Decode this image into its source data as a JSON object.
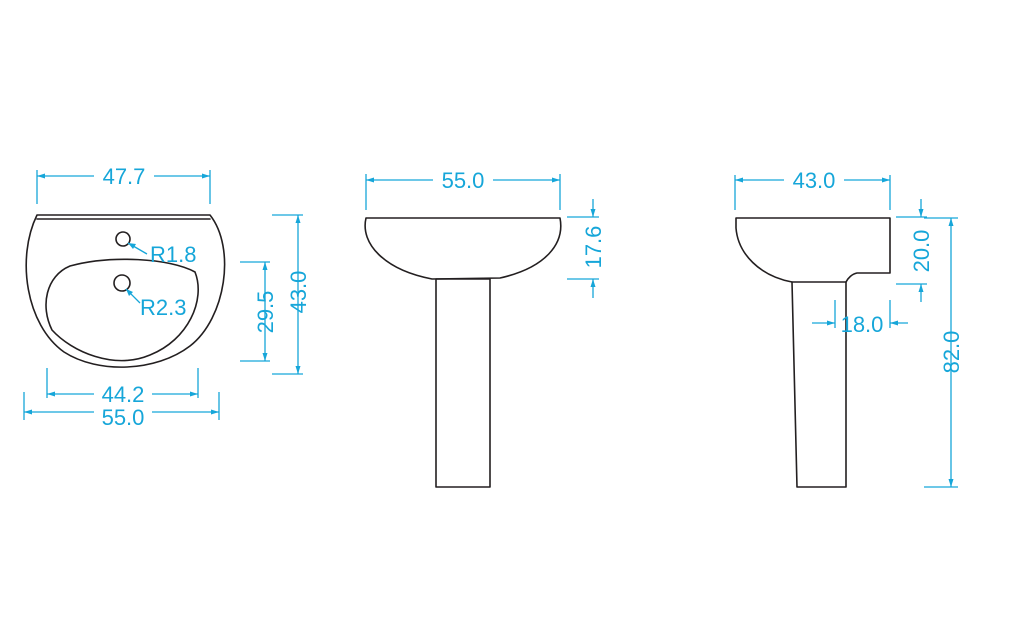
{
  "top_view": {
    "label_outer_rim_width": "47.7",
    "label_bowl_width": "44.2",
    "label_overall_width": "55.0",
    "label_bowl_depth": "29.5",
    "label_overall_depth": "43.0",
    "label_tap_hole_radius": "R1.8",
    "label_waste_radius": "R2.3"
  },
  "front_view": {
    "label_width": "55.0",
    "label_basin_height": "17.6"
  },
  "side_view": {
    "label_depth": "43.0",
    "label_back_height": "20.0",
    "label_pedestal_depth": "18.0",
    "label_total_height": "82.0"
  },
  "colors": {
    "outline": "#231f20",
    "dimension": "#16a6d9",
    "background": "#ffffff"
  }
}
